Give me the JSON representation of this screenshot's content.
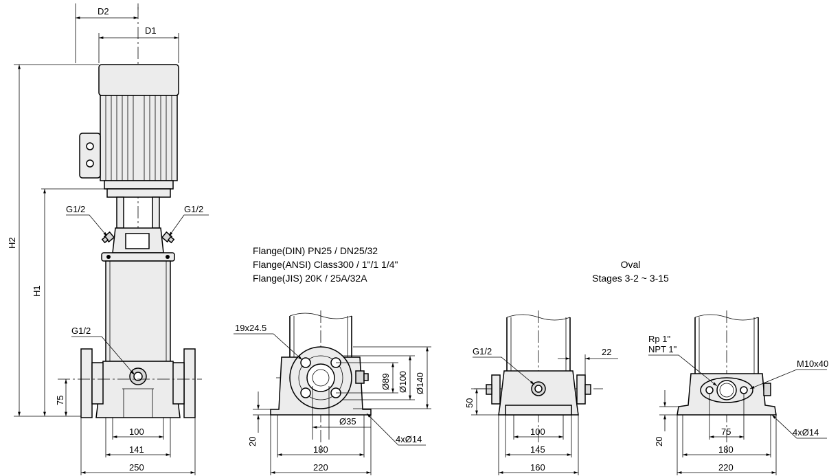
{
  "side_view": {
    "d2": "D2",
    "d1": "D1",
    "h2": "H2",
    "h1": "H1",
    "g12_left": "G1/2",
    "g12_right": "G1/2",
    "g12_bottom": "G1/2",
    "dim_75": "75",
    "dim_100": "100",
    "dim_141": "141",
    "dim_250": "250"
  },
  "flange_section": {
    "lines": [
      "Flange(DIN) PN25 / DN25/32",
      "Flange(ANSI) Class300 / 1\"/1 1/4\"",
      "Flange(JIS) 20K / 25A/32A"
    ],
    "slot": "19x24.5",
    "d89": "Ø89",
    "d100": "Ø100",
    "d140": "Ø140",
    "d35": "Ø35",
    "holes": "4xØ14",
    "dim_20": "20",
    "dim_180": "180",
    "dim_220": "220"
  },
  "side_view2": {
    "g12": "G1/2",
    "dim_22": "22",
    "dim_50": "50",
    "dim_100": "100",
    "dim_145": "145",
    "dim_160": "160"
  },
  "oval_section": {
    "title": "Oval",
    "subtitle": "Stages 3-2 ~ 3-15",
    "rp": "Rp 1\"",
    "npt": "NPT 1\"",
    "bolt": "M10x40",
    "holes": "4xØ14",
    "dim_20": "20",
    "dim_75": "75",
    "dim_180": "180",
    "dim_220": "220"
  }
}
